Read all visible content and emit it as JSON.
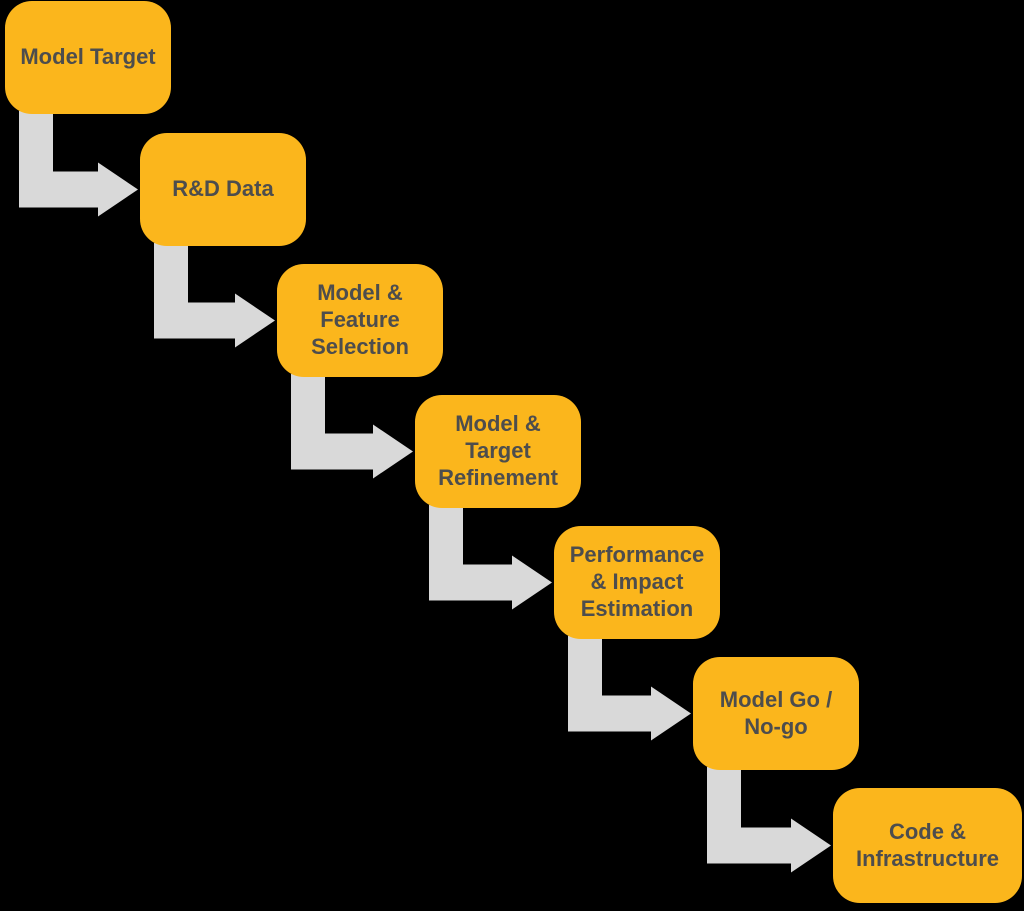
{
  "diagram": {
    "type": "flowchart-waterfall",
    "steps": [
      {
        "label": "Model Target"
      },
      {
        "label": "R&D Data"
      },
      {
        "label": "Model &\nFeature\nSelection"
      },
      {
        "label": "Model &\nTarget\nRefinement"
      },
      {
        "label": "Performance\n& Impact\nEstimation"
      },
      {
        "label": "Model Go /\nNo-go"
      },
      {
        "label": "Code &\nInfrastructure"
      }
    ],
    "connector_icon": "elbow-arrow-down-right"
  },
  "colors": {
    "background": "#000000",
    "box_fill": "#fbb61c",
    "box_text": "#4d4d4d",
    "arrow_fill": "#d9d9d9"
  }
}
